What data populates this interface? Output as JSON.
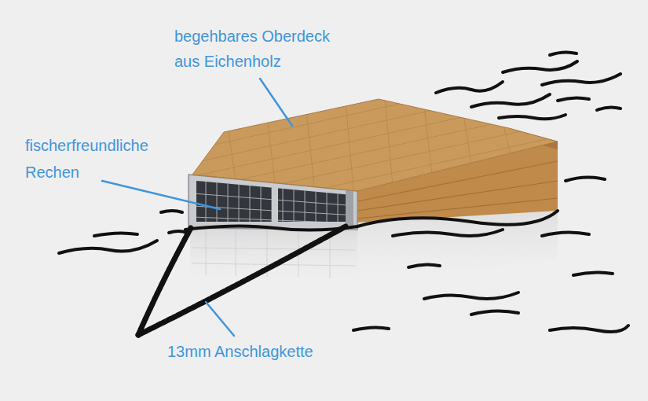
{
  "diagram": {
    "labels": [
      "begehbares Oberdeck aus Eichenholz",
      "fischerfreundliche Rechen",
      "13mm Anschlagkette"
    ]
  }
}
